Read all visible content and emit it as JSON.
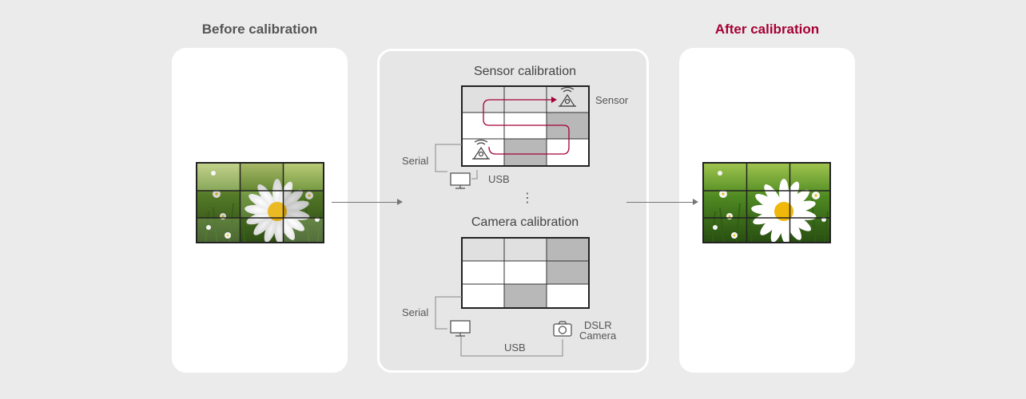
{
  "before": {
    "heading": "Before calibration"
  },
  "after": {
    "heading": "After calibration",
    "heading_color": "#a50034"
  },
  "sensor_section": {
    "title": "Sensor calibration",
    "sensor_label": "Sensor",
    "serial_label": "Serial",
    "usb_label": "USB",
    "icons": [
      "sensor-icon",
      "monitor-icon"
    ]
  },
  "ellipsis": "⋮",
  "camera_section": {
    "title": "Camera calibration",
    "serial_label": "Serial",
    "usb_label": "USB",
    "camera_label_line1": "DSLR",
    "camera_label_line2": "Camera",
    "icons": [
      "monitor-icon",
      "camera-icon"
    ]
  },
  "colors": {
    "accent": "#a50034",
    "card_bg": "#ffffff",
    "page_bg": "#ebebeb",
    "panel_bg": "#e6e6e6",
    "cell_gray": "#b8b8b8",
    "cell_light": "#e0e0e0"
  }
}
